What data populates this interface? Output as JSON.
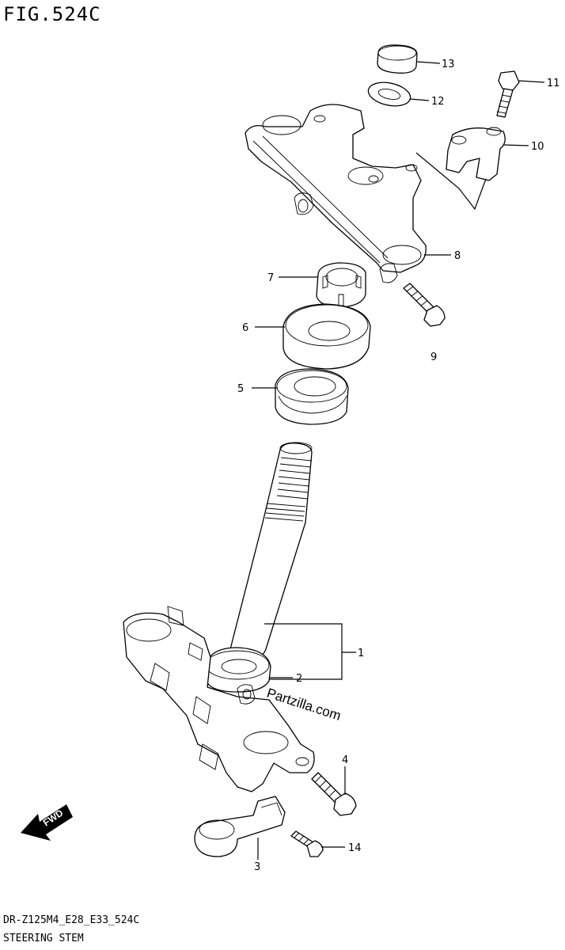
{
  "figure": {
    "title": "FIG.524C",
    "code": "DR-Z125M4_E28_E33_524C",
    "name": "STEERING STEM"
  },
  "watermark": "Partzilla.com",
  "direction_label": "FWD",
  "callouts": {
    "c1": "1",
    "c2": "2",
    "c3": "3",
    "c4": "4",
    "c5": "5",
    "c6": "6",
    "c7": "7",
    "c8": "8",
    "c9": "9",
    "c10": "10",
    "c11": "11",
    "c12": "12",
    "c13": "13",
    "c14": "14"
  }
}
